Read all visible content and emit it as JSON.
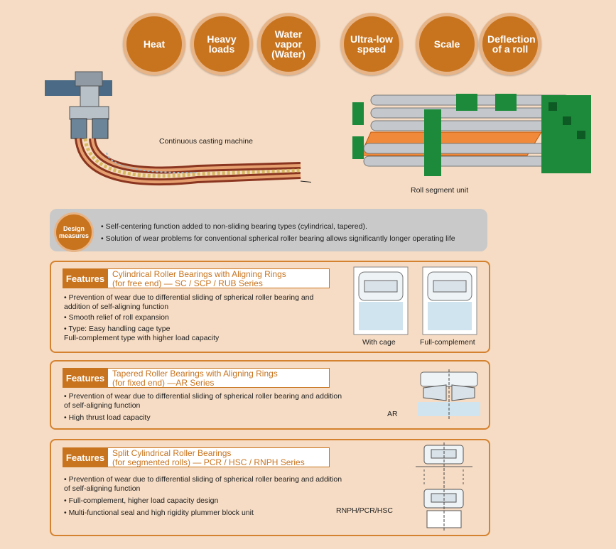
{
  "factors": [
    {
      "label": "Heat"
    },
    {
      "label": "Heavy\nloads"
    },
    {
      "label": "Water\nvapor\n(Water)"
    },
    {
      "label": "Ultra-low\nspeed"
    },
    {
      "label": "Scale"
    },
    {
      "label": "Deflection\nof a roll"
    }
  ],
  "illustration": {
    "casting_label": "Continuous casting machine",
    "segment_label": "Roll segment unit"
  },
  "design": {
    "badge": "Design\nmeasures",
    "items": [
      "• Self-centering function added to non-sliding bearing types (cylindrical, tapered).",
      "• Solution of wear problems for conventional spherical roller bearing allows significantly longer operating life"
    ]
  },
  "features": [
    {
      "tag": "Features",
      "title": "Cylindrical Roller Bearings with Aligning Rings\n(for free end) — SC / SCP / RUB Series",
      "bullets": [
        "• Prevention of wear due to differential sliding of spherical roller bearing and\n  addition of self-aligning function",
        "• Smooth relief of roll expansion",
        "• Type: Easy handling cage type\n              Full-complement type with higher load capacity"
      ],
      "captions": [
        "With cage",
        "Full-complement"
      ]
    },
    {
      "tag": "Features",
      "title": "Tapered Roller Bearings with Aligning Rings\n(for fixed end) —AR Series",
      "bullets": [
        "• Prevention of wear due to differential sliding of spherical roller bearing and addition\n  of self-aligning function",
        "• High thrust load capacity"
      ],
      "captions": [
        "AR"
      ]
    },
    {
      "tag": "Features",
      "title": "Split Cylindrical Roller Bearings\n(for segmented rolls) — PCR / HSC / RNPH Series",
      "bullets": [
        "• Prevention of wear due to differential sliding of spherical roller bearing and addition\n  of self-aligning function",
        "• Full-complement, higher load capacity design",
        "• Multi-functional seal and high rigidity plummer block unit"
      ],
      "captions": [
        "RNPH/PCR/HSC"
      ]
    }
  ],
  "colors": {
    "accent": "#c8741f",
    "background": "#f6dcc4",
    "design_bar": "#c9c9c9"
  }
}
